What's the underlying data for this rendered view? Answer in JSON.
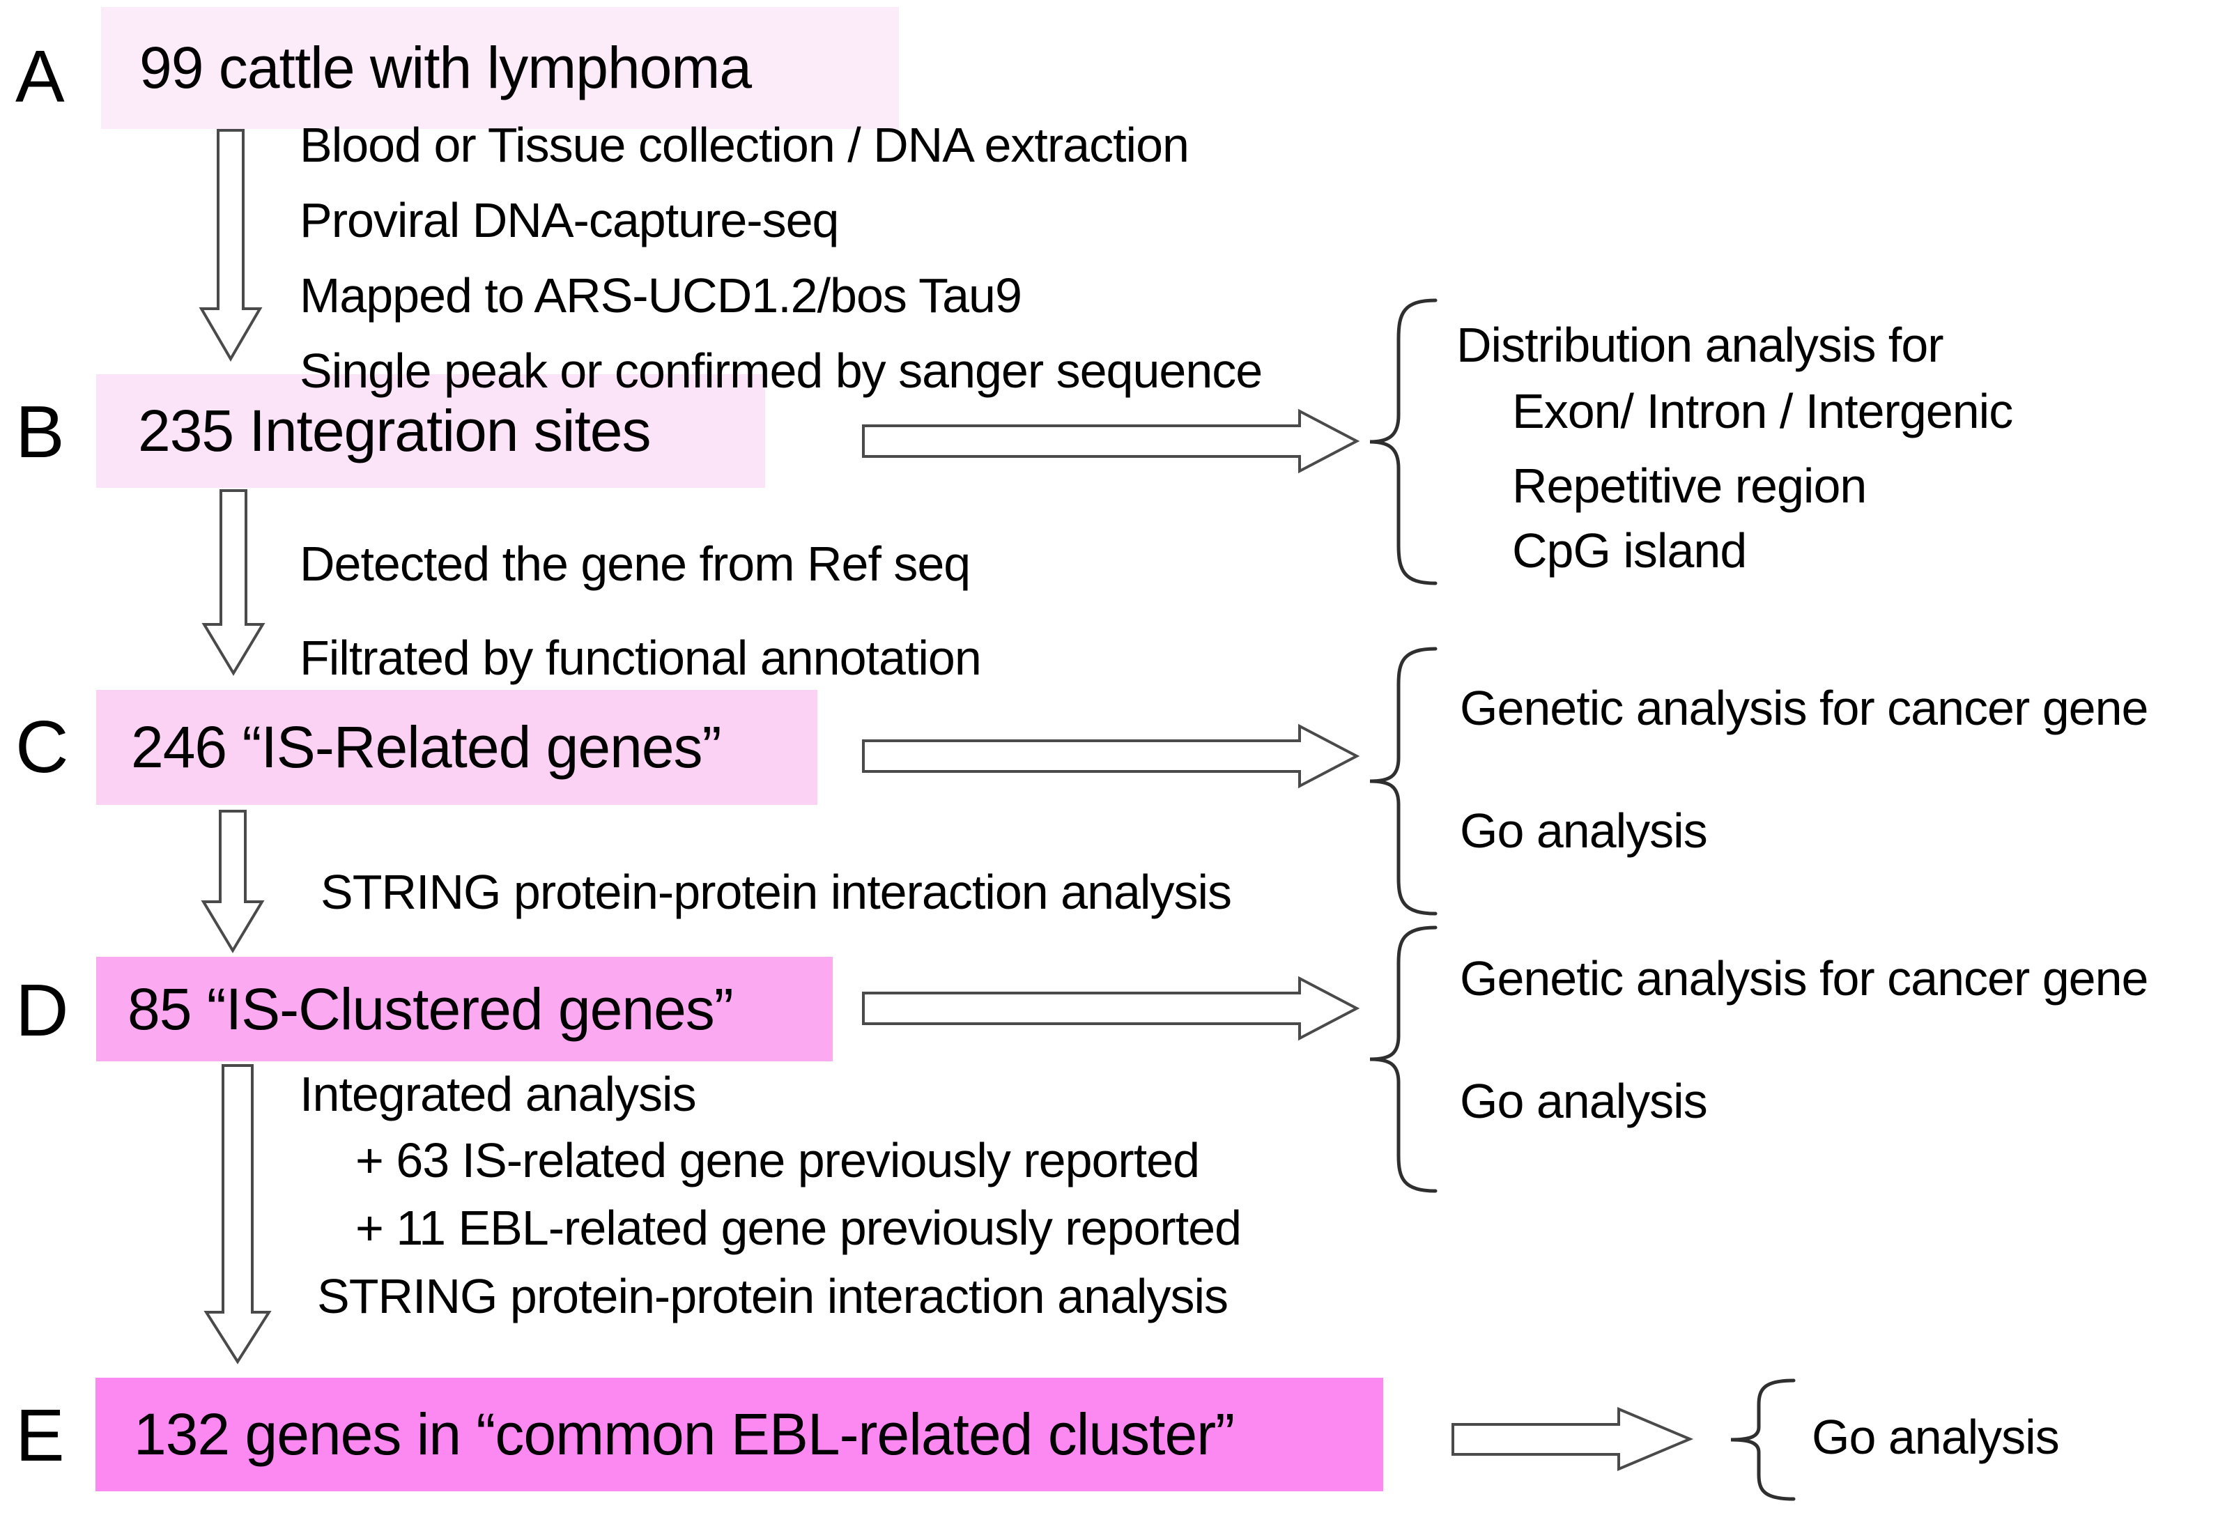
{
  "colors": {
    "background": "#ffffff",
    "box_a": "#fcecf9",
    "box_b": "#fce4f8",
    "box_c": "#fbd2f3",
    "box_d": "#fba9f0",
    "box_e": "#fc88f2",
    "arrow_outline": "#4a4a4a",
    "brace": "#2f2f2f",
    "text": "#000000"
  },
  "sections": {
    "a": {
      "letter": "A",
      "label": "99 cattle with lymphoma"
    },
    "b": {
      "letter": "B",
      "label": "235 Integration sites"
    },
    "c": {
      "letter": "C",
      "label": "246 “IS-Related genes”"
    },
    "d": {
      "letter": "D",
      "label": "85 “IS-Clustered genes”"
    },
    "e": {
      "letter": "E",
      "label": "132 genes in “common EBL-related cluster”"
    }
  },
  "steps": {
    "a_to_b": [
      "Blood or Tissue collection / DNA extraction",
      "Proviral DNA-capture-seq",
      "Mapped to ARS-UCD1.2/bos Tau9",
      "Single peak or confirmed by sanger sequence"
    ],
    "b_to_c": [
      "Detected the gene from Ref seq",
      "Filtrated by functional annotation"
    ],
    "c_to_d": [
      "STRING protein-protein interaction analysis"
    ],
    "d_to_e": [
      "Integrated analysis",
      "+ 63 IS-related gene previously reported",
      "+ 11 EBL-related gene previously reported",
      "STRING protein-protein interaction analysis"
    ]
  },
  "branches": {
    "b": {
      "title": "Distribution analysis for",
      "items": [
        "Exon/ Intron / Intergenic",
        "Repetitive region",
        "CpG island"
      ]
    },
    "c": {
      "items": [
        "Genetic analysis for cancer gene",
        "Go analysis"
      ]
    },
    "d": {
      "items": [
        "Genetic analysis for cancer gene",
        "Go analysis"
      ]
    },
    "e": {
      "items": [
        "Go analysis"
      ]
    }
  }
}
